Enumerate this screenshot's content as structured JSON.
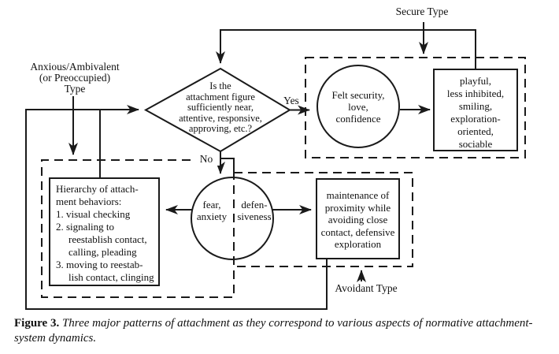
{
  "colors": {
    "ink": "#1a1a1a",
    "paper": "#ffffff"
  },
  "labels": {
    "secure_type": "Secure Type",
    "anxious_type": {
      "line1": "Anxious/Ambivalent",
      "line2": "(or Preoccupied)",
      "line3": "Type"
    },
    "avoidant_type": "Avoidant Type",
    "yes": "Yes",
    "no": "No"
  },
  "nodes": {
    "decision_diamond": {
      "lines": [
        "Is the",
        "attachment figure",
        "sufficiently near,",
        "attentive, responsive,",
        "approving, etc.?"
      ]
    },
    "felt_security_circle": {
      "lines": [
        "Felt security,",
        "love,",
        "confidence"
      ]
    },
    "secure_outcome_box": {
      "lines": [
        "playful,",
        "less inhibited,",
        "smiling,",
        "exploration-",
        "oriented,",
        "sociable"
      ]
    },
    "fear_defensiveness_circle": {
      "left_lines": [
        "fear,",
        "anxiety"
      ],
      "right_lines": [
        "defen-",
        "siveness"
      ]
    },
    "hierarchy_box": {
      "lines": [
        "Hierarchy of attach-",
        "ment behaviors:",
        "1. visual checking",
        "2. signaling to",
        "reestablish contact,",
        "calling, pleading",
        "3. moving to reestab-",
        "lish contact, clinging"
      ]
    },
    "maintenance_box": {
      "lines": [
        "maintenance of",
        "proximity while",
        "avoiding close",
        "contact, defensive",
        "exploration"
      ]
    }
  },
  "caption": {
    "label": "Figure 3.",
    "text": "Three major patterns of attachment as they correspond to various aspects of normative attachment-system dynamics."
  }
}
